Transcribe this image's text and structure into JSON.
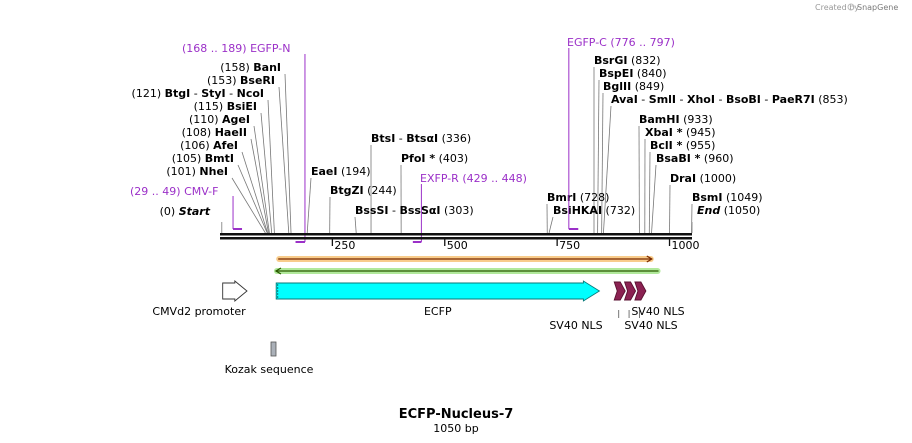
{
  "credit": {
    "prefix": "Created by",
    "brand": "SnapGene"
  },
  "map": {
    "title": "ECFP-Nucleus-7",
    "length_label": "1050 bp",
    "length": 1050,
    "ticks": [
      {
        "pos": 250,
        "label": "250"
      },
      {
        "pos": 500,
        "label": "500"
      },
      {
        "pos": 750,
        "label": "750"
      },
      {
        "pos": 1000,
        "label": "1000"
      }
    ]
  },
  "sites": [
    {
      "id": "ecori",
      "pos": 4,
      "leader": "(0)",
      "names": [
        {
          "t": "Start",
          "style": "italic"
        }
      ],
      "trailer": ""
    },
    {
      "id": "nhei",
      "pos": 101,
      "leader": "(101)",
      "names": [
        {
          "t": "NheI",
          "style": "bold"
        }
      ],
      "trailer": ""
    },
    {
      "id": "bmti",
      "pos": 105,
      "leader": "(105)",
      "names": [
        {
          "t": "BmtI",
          "style": "bold"
        }
      ],
      "trailer": ""
    },
    {
      "id": "afei",
      "pos": 106,
      "leader": "(106)",
      "names": [
        {
          "t": "AfeI",
          "style": "bold"
        }
      ],
      "trailer": ""
    },
    {
      "id": "haeii",
      "pos": 108,
      "leader": "(108)",
      "names": [
        {
          "t": "HaeII",
          "style": "bold"
        }
      ],
      "trailer": ""
    },
    {
      "id": "agei",
      "pos": 110,
      "leader": "(110)",
      "names": [
        {
          "t": "AgeI",
          "style": "bold"
        }
      ],
      "trailer": ""
    },
    {
      "id": "bsiei",
      "pos": 115,
      "leader": "(115)",
      "names": [
        {
          "t": "BsiEI",
          "style": "bold"
        }
      ],
      "trailer": ""
    },
    {
      "id": "btgi",
      "pos": 121,
      "leader": "(121)",
      "names": [
        {
          "t": "BtgI",
          "style": "bold"
        },
        {
          "t": "  -  ",
          "style": "plain"
        },
        {
          "t": "StyI",
          "style": "bold"
        },
        {
          "t": "  -  ",
          "style": "plain"
        },
        {
          "t": "NcoI",
          "style": "bold"
        }
      ],
      "trailer": ""
    },
    {
      "id": "bseri",
      "pos": 153,
      "leader": "(153)",
      "names": [
        {
          "t": "BseRI",
          "style": "bold"
        }
      ],
      "trailer": ""
    },
    {
      "id": "bani",
      "pos": 158,
      "leader": "(158)",
      "names": [
        {
          "t": "BanI",
          "style": "bold"
        }
      ],
      "trailer": ""
    },
    {
      "id": "eaei",
      "pos": 194,
      "leader": "",
      "names": [
        {
          "t": "EaeI",
          "style": "bold"
        }
      ],
      "trailer": "(194)"
    },
    {
      "id": "btgzi",
      "pos": 244,
      "leader": "",
      "names": [
        {
          "t": "BtgZI",
          "style": "bold"
        }
      ],
      "trailer": "(244)"
    },
    {
      "id": "bsssi",
      "pos": 303,
      "leader": "",
      "names": [
        {
          "t": "BssSI",
          "style": "bold"
        },
        {
          "t": "  -  ",
          "style": "plain"
        },
        {
          "t": "BssSαI",
          "style": "bold"
        }
      ],
      "trailer": "(303)"
    },
    {
      "id": "btsi",
      "pos": 336,
      "leader": "",
      "names": [
        {
          "t": "BtsI",
          "style": "bold"
        },
        {
          "t": "  -  ",
          "style": "plain"
        },
        {
          "t": "BtsαI",
          "style": "bold"
        }
      ],
      "trailer": "(336)"
    },
    {
      "id": "pfoi",
      "pos": 403,
      "leader": "",
      "names": [
        {
          "t": "PfoI *",
          "style": "bold"
        }
      ],
      "trailer": "(403)"
    },
    {
      "id": "bmri",
      "pos": 728,
      "leader": "",
      "names": [
        {
          "t": "BmrI",
          "style": "bold"
        }
      ],
      "trailer": "(728)"
    },
    {
      "id": "bsihkai",
      "pos": 732,
      "leader": "",
      "names": [
        {
          "t": "BsiHKAI",
          "style": "bold"
        }
      ],
      "trailer": "(732)"
    },
    {
      "id": "bsrgi",
      "pos": 832,
      "leader": "",
      "names": [
        {
          "t": "BsrGI",
          "style": "bold"
        }
      ],
      "trailer": "(832)"
    },
    {
      "id": "bspei",
      "pos": 840,
      "leader": "",
      "names": [
        {
          "t": "BspEI",
          "style": "bold"
        }
      ],
      "trailer": "(840)"
    },
    {
      "id": "bglii",
      "pos": 849,
      "leader": "",
      "names": [
        {
          "t": "BglII",
          "style": "bold"
        }
      ],
      "trailer": "(849)"
    },
    {
      "id": "avai",
      "pos": 853,
      "leader": "",
      "names": [
        {
          "t": "AvaI",
          "style": "bold"
        },
        {
          "t": "  -  ",
          "style": "plain"
        },
        {
          "t": "SmlI",
          "style": "bold"
        },
        {
          "t": "  -  ",
          "style": "plain"
        },
        {
          "t": "XhoI",
          "style": "bold"
        },
        {
          "t": "  -  ",
          "style": "plain"
        },
        {
          "t": "BsoBI",
          "style": "bold"
        },
        {
          "t": "  -  ",
          "style": "plain"
        },
        {
          "t": "PaeR7I",
          "style": "bold"
        }
      ],
      "trailer": "(853)"
    },
    {
      "id": "bamhi",
      "pos": 933,
      "leader": "",
      "names": [
        {
          "t": "BamHI",
          "style": "bold"
        }
      ],
      "trailer": "(933)"
    },
    {
      "id": "xbai",
      "pos": 945,
      "leader": "",
      "names": [
        {
          "t": "XbaI *",
          "style": "bold"
        }
      ],
      "trailer": "(945)"
    },
    {
      "id": "bcli",
      "pos": 955,
      "leader": "",
      "names": [
        {
          "t": "BclI *",
          "style": "bold"
        }
      ],
      "trailer": "(955)"
    },
    {
      "id": "bsabi",
      "pos": 960,
      "leader": "",
      "names": [
        {
          "t": "BsaBI *",
          "style": "bold"
        }
      ],
      "trailer": "(960)"
    },
    {
      "id": "drai",
      "pos": 1000,
      "leader": "",
      "names": [
        {
          "t": "DraI",
          "style": "bold"
        }
      ],
      "trailer": "(1000)"
    },
    {
      "id": "bsmi",
      "pos": 1049,
      "leader": "",
      "names": [
        {
          "t": "BsmI",
          "style": "bold"
        }
      ],
      "trailer": "(1049)"
    },
    {
      "id": "end",
      "pos": 1050,
      "leader": "",
      "names": [
        {
          "t": "End",
          "style": "italic"
        }
      ],
      "trailer": "(1050)"
    }
  ],
  "primers": [
    {
      "id": "cmvf",
      "range": "(29 .. 49)",
      "name": "CMV-F",
      "start": 29,
      "end": 49,
      "strand": "fwd"
    },
    {
      "id": "egfpn",
      "range": "(168 .. 189)",
      "name": "EGFP-N",
      "start": 168,
      "end": 189,
      "strand": "rev"
    },
    {
      "id": "exfpr",
      "range": "(429 .. 448)",
      "name": "EXFP-R",
      "start": 429,
      "end": 448,
      "strand": "rev"
    },
    {
      "id": "egfpc",
      "range": "(776 .. 797)",
      "name": "EGFP-C",
      "start": 776,
      "end": 797,
      "strand": "fwd"
    }
  ],
  "features": [
    {
      "id": "cmvd2",
      "name": "CMVd2 promoter",
      "start": 6,
      "end": 60,
      "color": "#ffffff"
    },
    {
      "id": "ecfp",
      "name": "ECFP",
      "start": 125,
      "end": 844,
      "color": "#00ffff"
    },
    {
      "id": "nls1",
      "name": "SV40 NLS",
      "start": 877,
      "end": 897,
      "color": "#8b2252"
    },
    {
      "id": "nls2",
      "name": "SV40 NLS",
      "start": 900,
      "end": 920,
      "color": "#8b2252"
    },
    {
      "id": "nls3",
      "name": "SV40 NLS",
      "start": 923,
      "end": 943,
      "color": "#8b2252"
    },
    {
      "id": "kozak",
      "name": "Kozak sequence",
      "start": 115,
      "end": 124,
      "color": "#aab0b8"
    }
  ],
  "orfs": [
    {
      "id": "orf-fwd",
      "start": 125,
      "end": 965,
      "strand": "fwd",
      "color": "#f5b75a"
    },
    {
      "id": "orf-rev",
      "start": 120,
      "end": 980,
      "strand": "rev",
      "color": "#90e070"
    }
  ]
}
